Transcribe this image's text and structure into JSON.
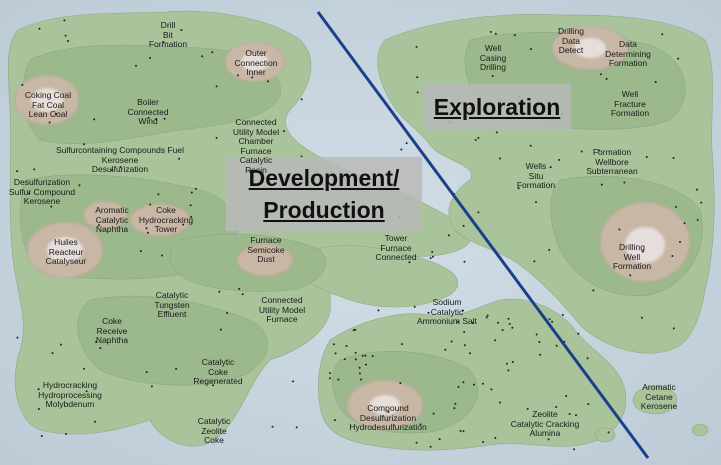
{
  "colors": {
    "water": "#c9d6df",
    "land": "#a9c49a",
    "land_mid": "#9bb98c",
    "hill": "#c9b7a6",
    "peak": "#e8e0dc",
    "divider": "#1c3f8c"
  },
  "regions": {
    "exploration": "Exploration",
    "development": "Development/\nProduction"
  },
  "labels": [
    {
      "id": "drill-bit-formation",
      "text": "Drill\nBit\nFormation"
    },
    {
      "id": "outer-connection-inner",
      "text": "Outer\nConnection\nInner"
    },
    {
      "id": "coking-coal",
      "text": "Coking Coal\nFat Coal\nLean Coal"
    },
    {
      "id": "boiler-connected-wind",
      "text": "Boiler\nConnected\nWind"
    },
    {
      "id": "connected-utility-model",
      "text": "Connected\nUtility Model\nChamber\nFurnace\nCatalytic\nResin"
    },
    {
      "id": "sulfurcontaining",
      "text": "Sulfurcontaining Compounds Fuel\nKerosene\nDesulfurization"
    },
    {
      "id": "desulfurization-sulfur",
      "text": "Desulfurization\nSulfur Compound\nKerosene"
    },
    {
      "id": "aromatic-catalytic-naphtha",
      "text": "Aromatic\nCatalytic\nNaphtha"
    },
    {
      "id": "coke-hydrocracking-tower",
      "text": "Coke\nHydrocracking\nTower"
    },
    {
      "id": "huiles-reacteur",
      "text": "Huiles\nReacteur\nCatalyseur"
    },
    {
      "id": "furnace-semicoke-dust",
      "text": "Furnace\nSemicoke\nDust"
    },
    {
      "id": "tower-furnace-connected",
      "text": "Tower\nFurnace\nConnected"
    },
    {
      "id": "catalytic-tungsten-effluent",
      "text": "Catalytic\nTungsten\nEffluent"
    },
    {
      "id": "connected-utility-furnace",
      "text": "Connected\nUtility Model\nFurnace"
    },
    {
      "id": "coke-receive-naphtha",
      "text": "Coke\nReceive\nNaphtha"
    },
    {
      "id": "catalytic-coke-regenerated",
      "text": "Catalytic\nCoke\nRegenerated"
    },
    {
      "id": "hydrocracking-hydroprocessing",
      "text": "Hydrocracking\nHydroprocessing\nMolybdenum"
    },
    {
      "id": "catalytic-zeolite-coke",
      "text": "Catalytic\nZeolite\nCoke"
    },
    {
      "id": "well-casing-drilling",
      "text": "Well\nCasing\nDrilling"
    },
    {
      "id": "drilling-data-detect",
      "text": "Drilling\nData\nDetect"
    },
    {
      "id": "data-determining-formation",
      "text": "Data\nDetermining\nFormation"
    },
    {
      "id": "well-fracture-formation",
      "text": "Well\nFracture\nFormation"
    },
    {
      "id": "wells-situ-formation",
      "text": "Wells\nSitu\nFormation"
    },
    {
      "id": "formation-wellbore-subterranean",
      "text": "Formation\nWellbore\nSubterranean"
    },
    {
      "id": "drilling-well-formation",
      "text": "Drilling\nWell\nFormation"
    },
    {
      "id": "sodium-catalytic-ammonium",
      "text": "Sodium\nCatalytic\nAmmonium Salt"
    },
    {
      "id": "compound-desulfurization",
      "text": "Compound\nDesulfurization\nHydrodesulfurization"
    },
    {
      "id": "zeolite-catalytic-cracking",
      "text": "Zeolite\nCatalytic Cracking\nAlumina"
    },
    {
      "id": "aromatic-cetane-kerosene",
      "text": "Aromatic\nCetane\nKerosene"
    }
  ]
}
